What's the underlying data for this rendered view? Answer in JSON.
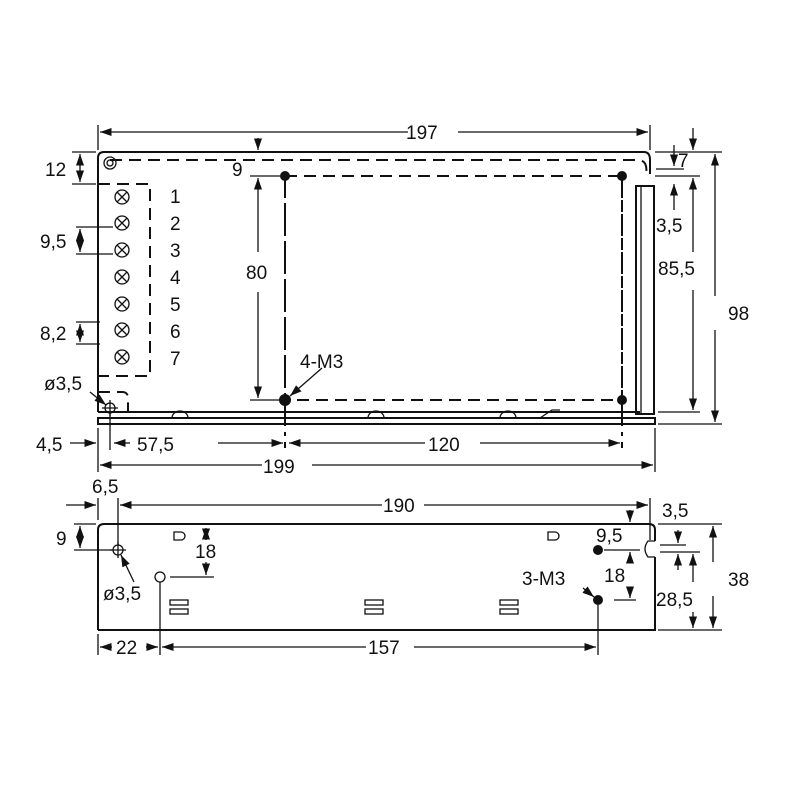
{
  "top_view": {
    "dims": {
      "width_197": "197",
      "width_199": "199",
      "offset_57_5": "57,5",
      "spacing_120": "120",
      "offset_4_5": "4,5",
      "height_12": "12",
      "offset_9": "9",
      "pitch_9_5": "9,5",
      "pitch_8_2": "8,2",
      "spacing_80": "80",
      "height_85_5": "85,5",
      "height_98": "98",
      "slot_7": "7",
      "slot_3_5": "3,5"
    },
    "labels": {
      "mount_holes": "4-M3",
      "hole_dia": "ø3,5"
    },
    "terminals": [
      "1",
      "2",
      "3",
      "4",
      "5",
      "6",
      "7"
    ]
  },
  "side_view": {
    "dims": {
      "width_190": "190",
      "offset_6_5": "6,5",
      "offset_9": "9",
      "spacing_18_left": "18",
      "offset_22": "22",
      "spacing_157": "157",
      "offset_9_5": "9,5",
      "spacing_18_right": "18",
      "slot_3_5": "3,5",
      "height_28_5": "28,5",
      "height_38": "38"
    },
    "labels": {
      "hole_dia": "ø3,5",
      "mount_holes": "3-M3"
    }
  }
}
